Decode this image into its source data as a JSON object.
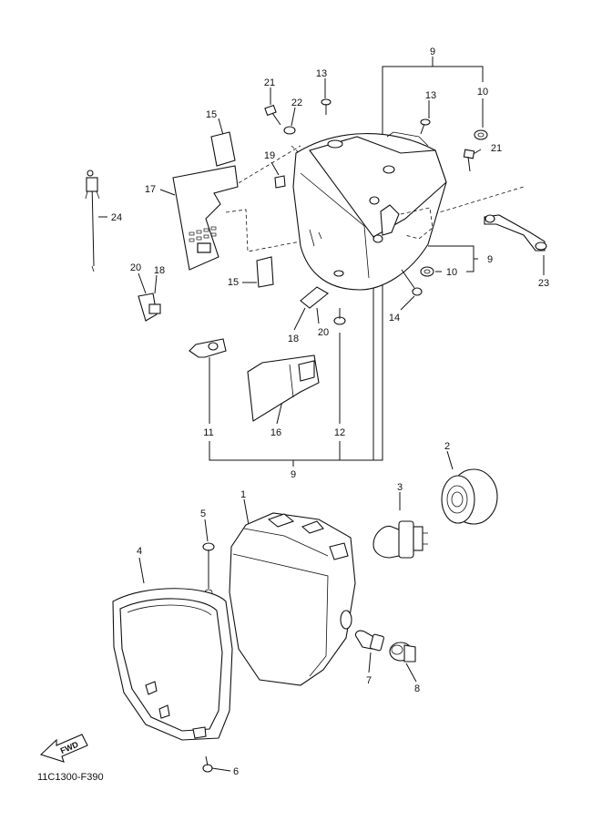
{
  "diagram": {
    "code": "11C1300-F390",
    "fwd_label": "FWD",
    "callouts": [
      {
        "id": "c9a",
        "text": "9"
      },
      {
        "id": "c10a",
        "text": "10"
      },
      {
        "id": "c13a",
        "text": "13"
      },
      {
        "id": "c13b",
        "text": "13"
      },
      {
        "id": "c21a",
        "text": "21"
      },
      {
        "id": "c21b",
        "text": "21"
      },
      {
        "id": "c22",
        "text": "22"
      },
      {
        "id": "c15a",
        "text": "15"
      },
      {
        "id": "c19",
        "text": "19"
      },
      {
        "id": "c17",
        "text": "17"
      },
      {
        "id": "c24",
        "text": "24"
      },
      {
        "id": "c20a",
        "text": "20"
      },
      {
        "id": "c18a",
        "text": "18"
      },
      {
        "id": "c15b",
        "text": "15"
      },
      {
        "id": "c18b",
        "text": "18"
      },
      {
        "id": "c20b",
        "text": "20"
      },
      {
        "id": "c9b",
        "text": "9"
      },
      {
        "id": "c10b",
        "text": "10"
      },
      {
        "id": "c23",
        "text": "23"
      },
      {
        "id": "c14",
        "text": "14"
      },
      {
        "id": "c11",
        "text": "11"
      },
      {
        "id": "c16",
        "text": "16"
      },
      {
        "id": "c12",
        "text": "12"
      },
      {
        "id": "c9c",
        "text": "9"
      },
      {
        "id": "c2",
        "text": "2"
      },
      {
        "id": "c1",
        "text": "1"
      },
      {
        "id": "c3",
        "text": "3"
      },
      {
        "id": "c5",
        "text": "5"
      },
      {
        "id": "c4",
        "text": "4"
      },
      {
        "id": "c7",
        "text": "7"
      },
      {
        "id": "c8",
        "text": "8"
      },
      {
        "id": "c6",
        "text": "6"
      }
    ]
  }
}
